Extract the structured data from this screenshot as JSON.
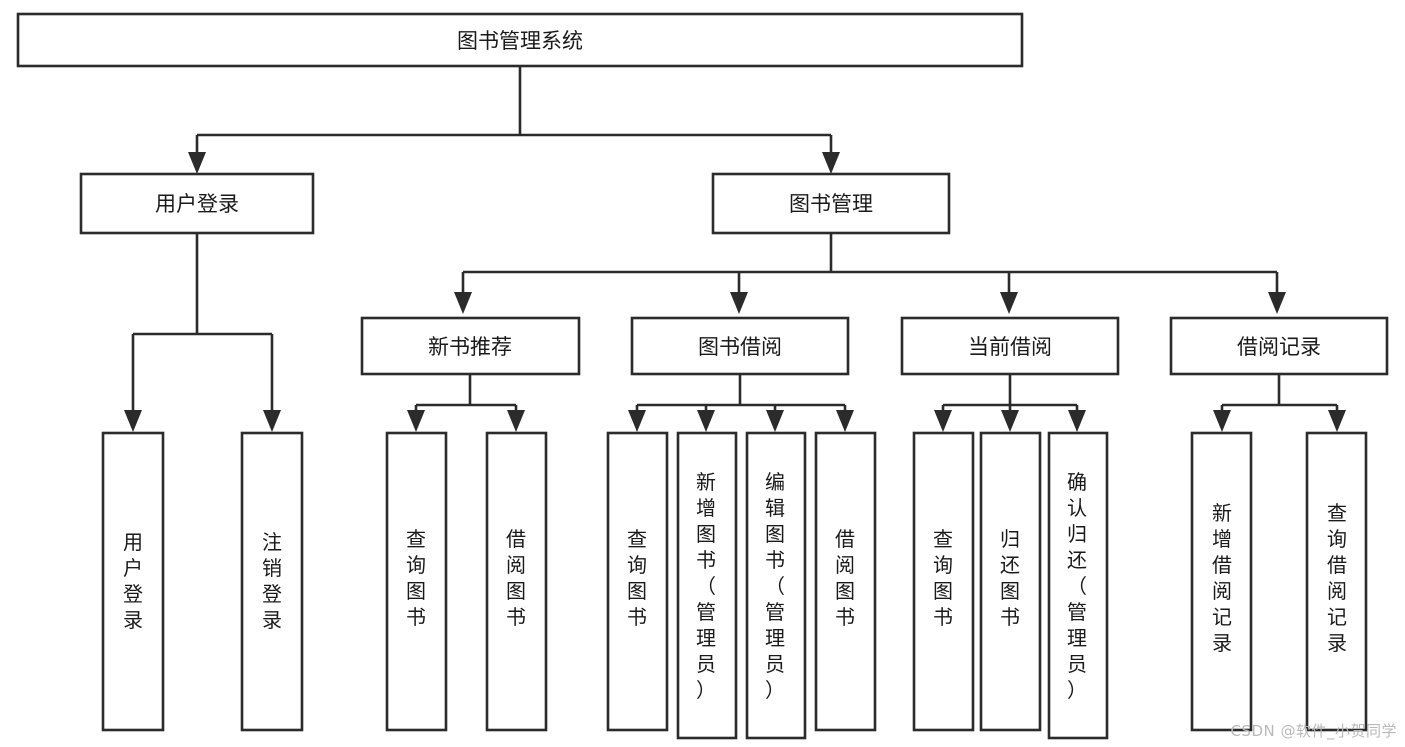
{
  "diagram": {
    "title": "图书管理系统",
    "type": "tree-hierarchy-chart",
    "colors": {
      "box_stroke": "#2b2b2b",
      "box_fill": "#ffffff",
      "text": "#1a1a1a",
      "background": "#ffffff",
      "watermark": "#b9b9b9"
    },
    "root": {
      "label": "图书管理系统"
    },
    "level2": [
      {
        "id": "user-login",
        "label": "用户登录"
      },
      {
        "id": "book-manage",
        "label": "图书管理"
      }
    ],
    "level3": [
      {
        "id": "new-book-recommend",
        "label": "新书推荐"
      },
      {
        "id": "book-borrow",
        "label": "图书借阅"
      },
      {
        "id": "current-borrow",
        "label": "当前借阅"
      },
      {
        "id": "borrow-record",
        "label": "借阅记录"
      }
    ],
    "leaves": {
      "user-login": [
        {
          "id": "leaf-user-login",
          "label": "用户登录"
        },
        {
          "id": "leaf-logout-login",
          "label": "注销登录"
        }
      ],
      "new-book-recommend": [
        {
          "id": "leaf-query-book-1",
          "label": "查询图书"
        },
        {
          "id": "leaf-borrow-book-1",
          "label": "借阅图书"
        }
      ],
      "book-borrow": [
        {
          "id": "leaf-query-book-2",
          "label": "查询图书"
        },
        {
          "id": "leaf-add-book-admin",
          "label": "新增图书（管理员）"
        },
        {
          "id": "leaf-edit-book-admin",
          "label": "编辑图书（管理员）"
        },
        {
          "id": "leaf-borrow-book-2",
          "label": "借阅图书"
        }
      ],
      "current-borrow": [
        {
          "id": "leaf-query-book-3",
          "label": "查询图书"
        },
        {
          "id": "leaf-return-book",
          "label": "归还图书"
        },
        {
          "id": "leaf-confirm-return-admin",
          "label": "确认归还（管理员）"
        }
      ],
      "borrow-record": [
        {
          "id": "leaf-add-borrow-record",
          "label": "新增借阅记录"
        },
        {
          "id": "leaf-query-borrow-record",
          "label": "查询借阅记录"
        }
      ]
    },
    "watermark": "CSDN @软件_小贺同学"
  }
}
